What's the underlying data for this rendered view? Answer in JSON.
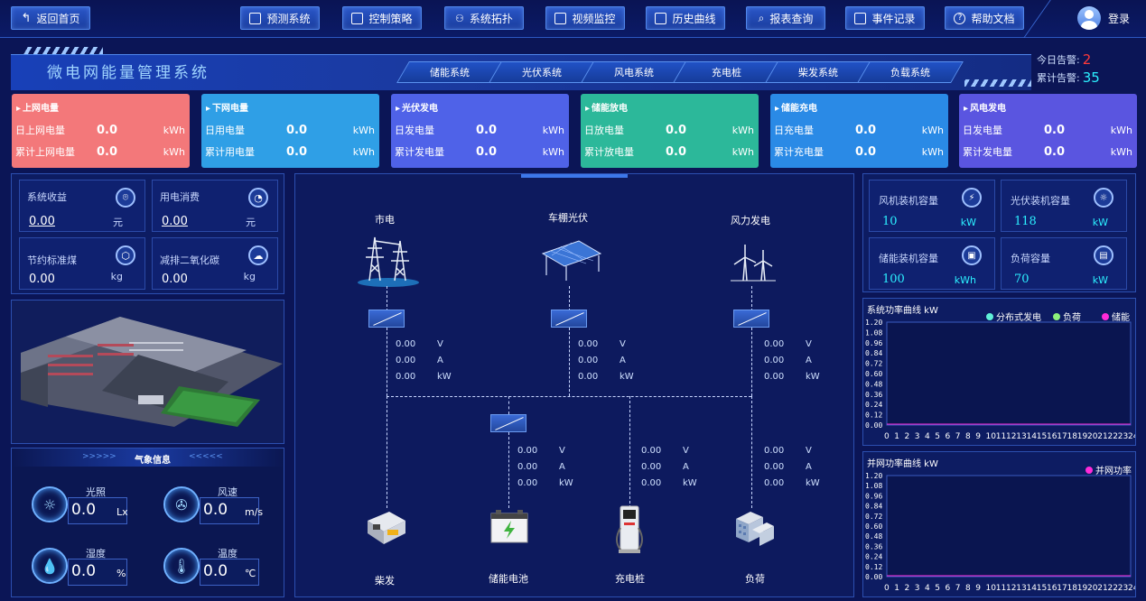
{
  "topnav": {
    "home": "返回首页",
    "items": [
      "预测系统",
      "控制策略",
      "系统拓扑",
      "视频监控",
      "历史曲线",
      "报表查询",
      "事件记录",
      "帮助文档"
    ],
    "login": "登录"
  },
  "title": "微电网能量管理系统",
  "tabs": [
    "储能系统",
    "光伏系统",
    "风电系统",
    "充电桩",
    "柴发系统",
    "负载系统"
  ],
  "alarm": {
    "today_label": "今日告警:",
    "today_value": "2",
    "total_label": "累计告警:",
    "total_value": "35",
    "today_color": "#ff3a3a",
    "total_color": "#2cf0ff"
  },
  "energy_cards": [
    {
      "title": "上网电量",
      "r1_label": "日上网电量",
      "r1_value": "0.0",
      "r2_label": "累计上网电量",
      "r2_value": "0.0",
      "unit": "kWh",
      "color": "#f3787a"
    },
    {
      "title": "下网电量",
      "r1_label": "日用电量",
      "r1_value": "0.0",
      "r2_label": "累计用电量",
      "r2_value": "0.0",
      "unit": "kWh",
      "color": "#2f9fe6"
    },
    {
      "title": "光伏发电",
      "r1_label": "日发电量",
      "r1_value": "0.0",
      "r2_label": "累计发电量",
      "r2_value": "0.0",
      "unit": "kWh",
      "color": "#4f62e8"
    },
    {
      "title": "储能放电",
      "r1_label": "日放电量",
      "r1_value": "0.0",
      "r2_label": "累计放电量",
      "r2_value": "0.0",
      "unit": "kWh",
      "color": "#2cb89a"
    },
    {
      "title": "储能充电",
      "r1_label": "日充电量",
      "r1_value": "0.0",
      "r2_label": "累计充电量",
      "r2_value": "0.0",
      "unit": "kWh",
      "color": "#2a8ae6"
    },
    {
      "title": "风电发电",
      "r1_label": "日发电量",
      "r1_value": "0.0",
      "r2_label": "累计发电量",
      "r2_value": "0.0",
      "unit": "kWh",
      "color": "#5a55e0"
    }
  ],
  "left_kpis": [
    {
      "label": "系统收益",
      "value": "0.00",
      "unit": "元"
    },
    {
      "label": "用电消费",
      "value": "0.00",
      "unit": "元"
    },
    {
      "label": "节约标准煤",
      "value": "0.00",
      "unit": "kg"
    },
    {
      "label": "减排二氧化碳",
      "value": "0.00",
      "unit": "kg"
    }
  ],
  "weather": {
    "title": "气象信息",
    "items": [
      {
        "label": "光照",
        "value": "0.0",
        "unit": "Lx"
      },
      {
        "label": "风速",
        "value": "0.0",
        "unit": "m/s"
      },
      {
        "label": "湿度",
        "value": "0.0",
        "unit": "%"
      },
      {
        "label": "温度",
        "value": "0.0",
        "unit": "℃"
      }
    ]
  },
  "diagram": {
    "top_nodes": [
      "市电",
      "车棚光伏",
      "风力发电"
    ],
    "bottom_nodes": [
      "柴发",
      "储能电池",
      "充电桩",
      "负荷"
    ],
    "meas_value": "0.00",
    "units": [
      "V",
      "A",
      "kW"
    ]
  },
  "right_kpis": [
    {
      "label": "风机装机容量",
      "value": "10",
      "unit": "kW"
    },
    {
      "label": "光伏装机容量",
      "value": "118",
      "unit": "kW"
    },
    {
      "label": "储能装机容量",
      "value": "100",
      "unit": "kWh"
    },
    {
      "label": "负荷容量",
      "value": "70",
      "unit": "kW"
    }
  ],
  "chart_data": [
    {
      "type": "line",
      "title": "系统功率曲线 kW",
      "legend": [
        "分布式发电",
        "负荷",
        "储能"
      ],
      "colors": [
        "#5ff0d8",
        "#8cf07a",
        "#ff2ad8"
      ],
      "x": [
        "0",
        "1",
        "2",
        "3",
        "4",
        "5",
        "6",
        "7",
        "8",
        "9",
        "10",
        "11",
        "12",
        "13",
        "14",
        "15",
        "16",
        "17",
        "18",
        "19",
        "20",
        "21",
        "22",
        "23",
        "24"
      ],
      "yticks": [
        "1.20",
        "1.08",
        "0.96",
        "0.84",
        "0.72",
        "0.60",
        "0.48",
        "0.36",
        "0.24",
        "0.12",
        "0.00"
      ],
      "ylim": [
        0,
        1.2
      ],
      "series": [
        {
          "name": "分布式发电",
          "values": []
        },
        {
          "name": "负荷",
          "values": []
        },
        {
          "name": "储能",
          "values": []
        }
      ]
    },
    {
      "type": "line",
      "title": "并网功率曲线 kW",
      "legend": [
        "并网功率"
      ],
      "colors": [
        "#ff2ad8"
      ],
      "x": [
        "0",
        "1",
        "2",
        "3",
        "4",
        "5",
        "6",
        "7",
        "8",
        "9",
        "10",
        "11",
        "12",
        "13",
        "14",
        "15",
        "16",
        "17",
        "18",
        "19",
        "20",
        "21",
        "22",
        "23",
        "24"
      ],
      "yticks": [
        "1.20",
        "1.08",
        "0.96",
        "0.84",
        "0.72",
        "0.60",
        "0.48",
        "0.36",
        "0.24",
        "0.12",
        "0.00"
      ],
      "ylim": [
        0,
        1.2
      ],
      "series": [
        {
          "name": "并网功率",
          "values": []
        }
      ]
    }
  ]
}
